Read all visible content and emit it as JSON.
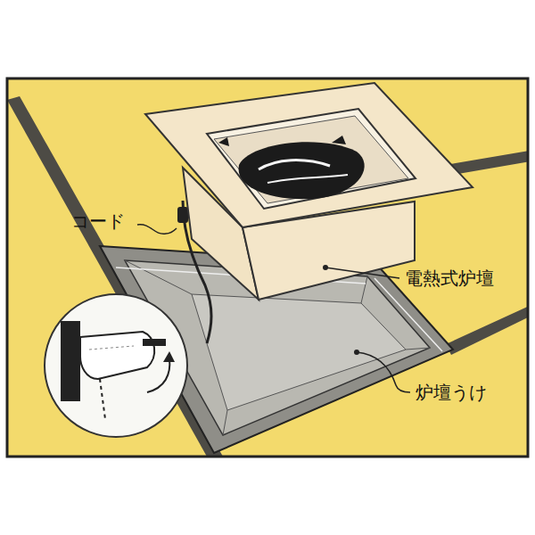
{
  "diagram": {
    "labels": [
      "コード",
      "電熱式炉壇",
      "炉壇うけ"
    ]
  }
}
